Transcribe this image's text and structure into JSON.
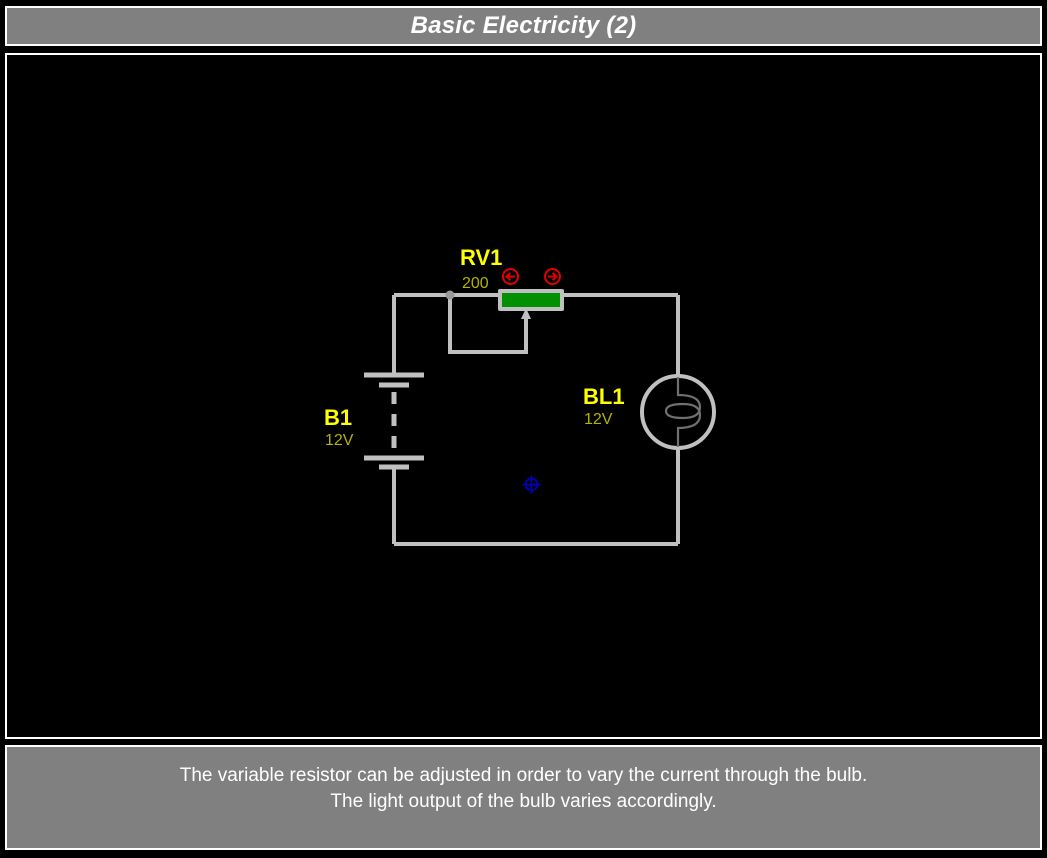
{
  "window": {
    "title": "Basic Electricity (2)",
    "background_color": "#000000",
    "chrome_color": "#808080",
    "border_color": "#ffffff"
  },
  "canvas": {
    "background_color": "#000000",
    "wire_color": "#c0c0c0",
    "label_name_color": "#ffff00",
    "label_value_color": "#b3b300"
  },
  "components": {
    "variable_resistor": {
      "name": "RV1",
      "value": "200",
      "type": "variable-resistor",
      "body_color": "#009000",
      "casing_color": "#c0c0c0",
      "decrease_button": "left-arrow-icon",
      "increase_button": "right-arrow-icon",
      "button_color": "#e00000"
    },
    "battery": {
      "name": "B1",
      "value": "12V",
      "type": "battery"
    },
    "bulb": {
      "name": "BL1",
      "value": "12V",
      "type": "lamp"
    },
    "marker": {
      "name": "crosshair-marker",
      "color": "#0000cc"
    }
  },
  "caption": {
    "line1": "The variable resistor can be adjusted in order to vary the current through the bulb.",
    "line2": "The light output of the bulb varies accordingly."
  }
}
